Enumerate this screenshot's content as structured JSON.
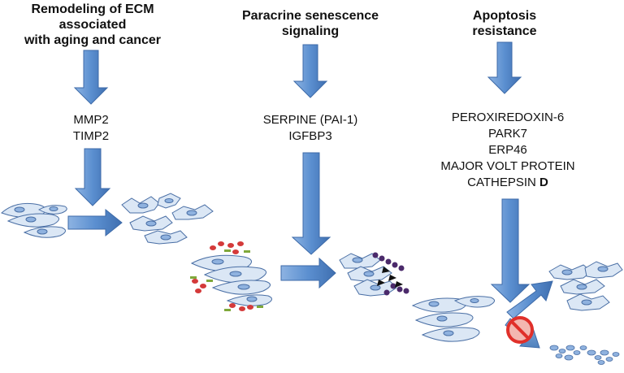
{
  "columns": [
    {
      "heading": [
        "Remodeling of ECM",
        "associated",
        "with aging and cancer"
      ],
      "genes": [
        "MMP2",
        "TIMP2"
      ]
    },
    {
      "heading": [
        "Paracrine senescence",
        "signaling"
      ],
      "genes": [
        "SERPINE (PAI-1)",
        "IGFBP3"
      ]
    },
    {
      "heading": [
        "Apoptosis",
        "resistance"
      ],
      "genes": [
        "PEROXIREDOXIN-6",
        "PARK7",
        "ERP46",
        "MAJOR VOLT PROTEIN"
      ],
      "last_gene_prefix": "CATHEPSIN ",
      "last_gene_suffix": "D"
    }
  ],
  "colors": {
    "arrow_fill": "#4f81bd",
    "arrow_light": "#8db3e2",
    "cell_fill": "#dbe7f5",
    "cell_stroke": "#4a6fa5",
    "nucleus_fill": "#8fb2df",
    "red_particle": "#d43a3a",
    "green_particle": "#7fa83a",
    "purple_particle": "#4b2a6b",
    "black_triangle": "#111111",
    "prohibited_red": "#e0302a",
    "prohibited_fill": "#f3b7b0"
  }
}
